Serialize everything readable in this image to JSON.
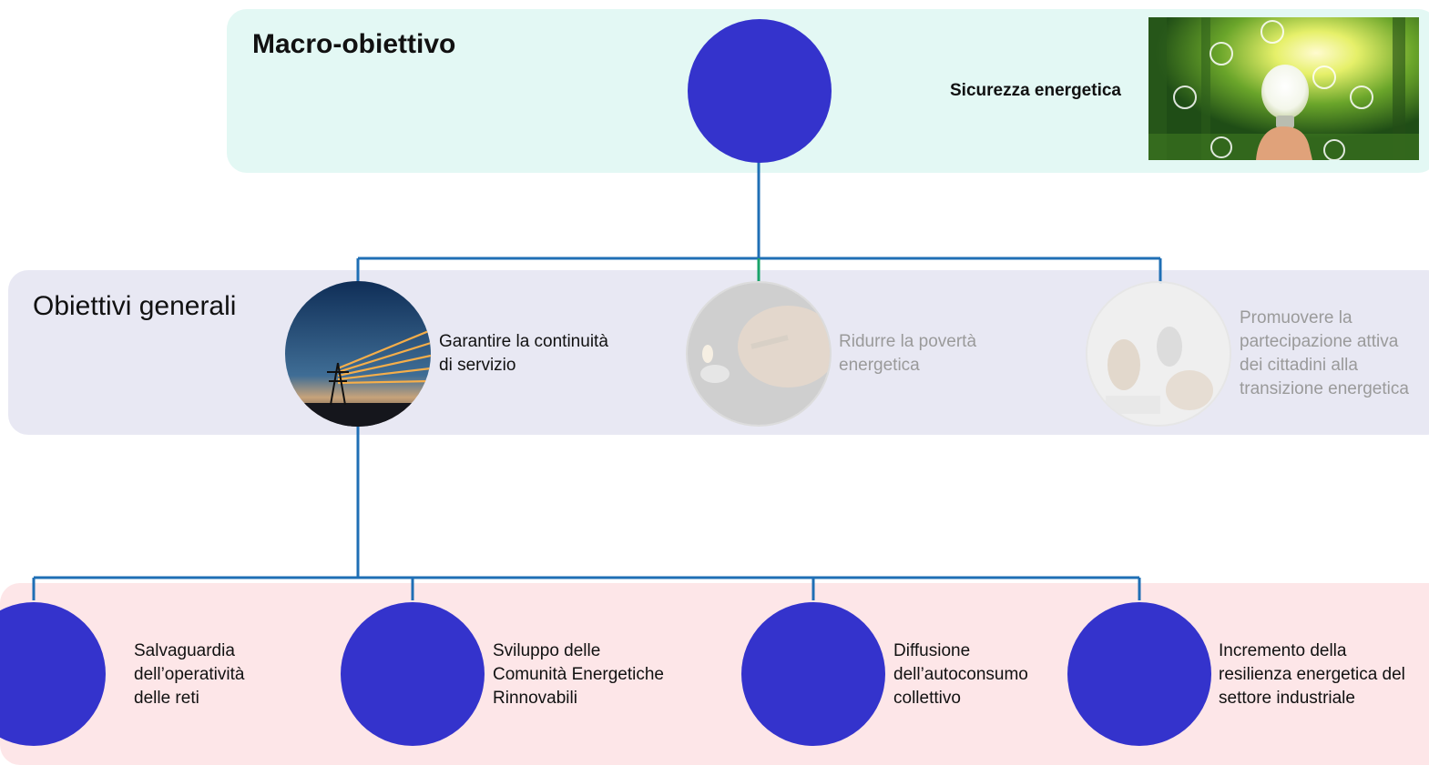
{
  "macro": {
    "title": "Macro-obiettivo",
    "label": "Sicurezza energetica"
  },
  "general": {
    "title": "Obiettivi generali",
    "items": [
      {
        "label_lines": [
          "Garantire la continuità",
          "di servizio"
        ],
        "state": "active"
      },
      {
        "label_lines": [
          "Ridurre la povertà",
          "energetica"
        ],
        "state": "faded"
      },
      {
        "label_lines": [
          "Promuovere la",
          "partecipazione attiva",
          "dei cittadini alla",
          "transizione energetica"
        ],
        "state": "faded"
      }
    ]
  },
  "specific": {
    "items": [
      {
        "label_lines": [
          "Salvaguardia",
          "dell’operatività",
          "delle reti"
        ]
      },
      {
        "label_lines": [
          "Sviluppo delle",
          "Comunità Energetiche",
          "Rinnovabili"
        ]
      },
      {
        "label_lines": [
          "Diffusione",
          "dell’autoconsumo",
          "collettivo"
        ]
      },
      {
        "label_lines": [
          "Incremento della",
          "resilienza energetica del",
          "settore industriale"
        ]
      }
    ]
  },
  "colors": {
    "macro_band": "#e3f8f4",
    "general_band": "#e8e8f3",
    "specific_band": "#fde6e8",
    "node_fill": "#3433cc",
    "connector": "#1f6fb5",
    "connector_highlight": "#1aa36a"
  }
}
